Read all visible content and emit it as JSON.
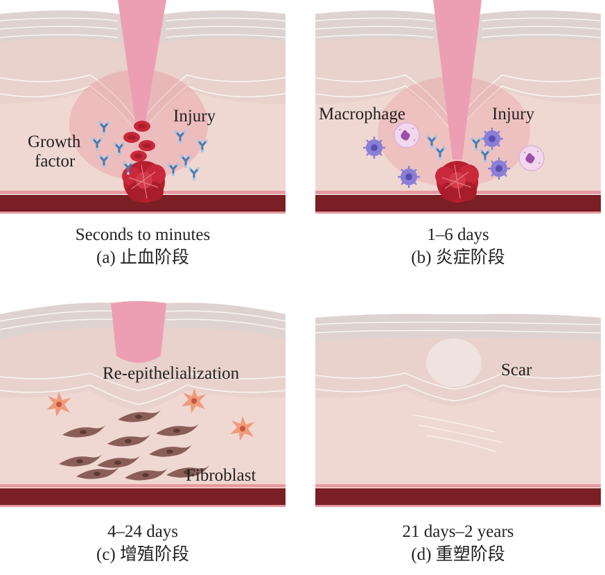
{
  "panels": {
    "a": {
      "time": "Seconds to minutes",
      "caption": "(a) 止血阶段",
      "labels": {
        "injury": "Injury",
        "growth_factor_1": "Growth",
        "growth_factor_2": "factor"
      }
    },
    "b": {
      "time": "1–6 days",
      "caption": "(b) 炎症阶段",
      "labels": {
        "macrophage": "Macrophage",
        "injury": "Injury"
      }
    },
    "c": {
      "time": "4–24 days",
      "caption": "(c) 增殖阶段",
      "labels": {
        "reepithelialization": "Re-epithelialization",
        "fibroblast": "Fibroblast"
      }
    },
    "d": {
      "time": "21 days–2 years",
      "caption": "(d) 重塑阶段",
      "labels": {
        "scar": "Scar"
      }
    }
  },
  "colors": {
    "dermis": "#f0d8d2",
    "epidermis": "#e8d2cb",
    "cell_line": "#ffffff",
    "wound": "#ec9fb3",
    "blood": "#c8283a",
    "vessel": "#7a1f24",
    "macrophage": "#8a7fd6",
    "neutrophil": "#d9b3e6",
    "fibroblast": "#8a5e58",
    "fibro_star": "#f09a7c",
    "antibody": "#3b7fb8"
  },
  "icons": {
    "growth_factor": "y-antibody-icon",
    "macrophage": "spiky-cell-icon",
    "neutrophil": "lobed-nucleus-cell-icon",
    "fibroblast": "spindle-cell-icon",
    "red_blood_cell": "disc-cell-icon"
  }
}
